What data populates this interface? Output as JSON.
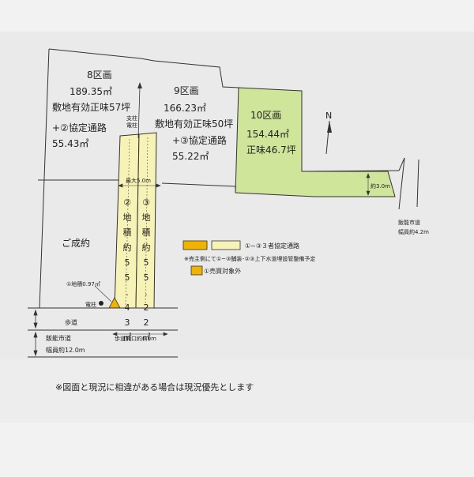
{
  "lots": {
    "lot8": {
      "name": "8区画",
      "area": "189.35㎡",
      "tsubo": "敷地有効正味57坪",
      "road_label": "+②協定通路",
      "road_area": "55.43㎡"
    },
    "lot9": {
      "name": "9区画",
      "area": "166.23㎡",
      "tsubo": "敷地有効正味50坪",
      "road_label": "+③協定通路",
      "road_area": "55.22㎡"
    },
    "lot10": {
      "name": "10区画",
      "area": "154.44㎡",
      "tsubo": "正味46.7坪"
    },
    "sold": "ご成約"
  },
  "strips": {
    "strip2": "②地積約55.43㎡",
    "strip3": "③地積約55.22㎡"
  },
  "labels": {
    "pole_support": "支柱",
    "pole_elec": "電柱",
    "pole_bottom": "電柱",
    "width_max": "最大5.0m",
    "width_3m": "約3.0m",
    "plot1_area": "①地積0.97㎡",
    "sidewalk": "歩道",
    "sidewalk_opening": "歩道開口約6.0m",
    "city_road_main": "飯能市道",
    "city_road_main_width": "幅員約12.0m",
    "city_road_side": "飯能市道",
    "city_road_side_width": "幅員約4.2m",
    "north": "N"
  },
  "legend": {
    "agreement": "①~③３者協定通路",
    "note": "※売主側にて①~③舗装･②③上下水道埋設管整備予定",
    "excluded": "①売買対象外"
  },
  "footer_note": "※図面と現況に相違がある場合は現況優先とします",
  "colors": {
    "lot10_fill": "#cfe59a",
    "strip_fill": "#f7f2b5",
    "plot1_fill": "#f0b400",
    "line": "#333333"
  }
}
